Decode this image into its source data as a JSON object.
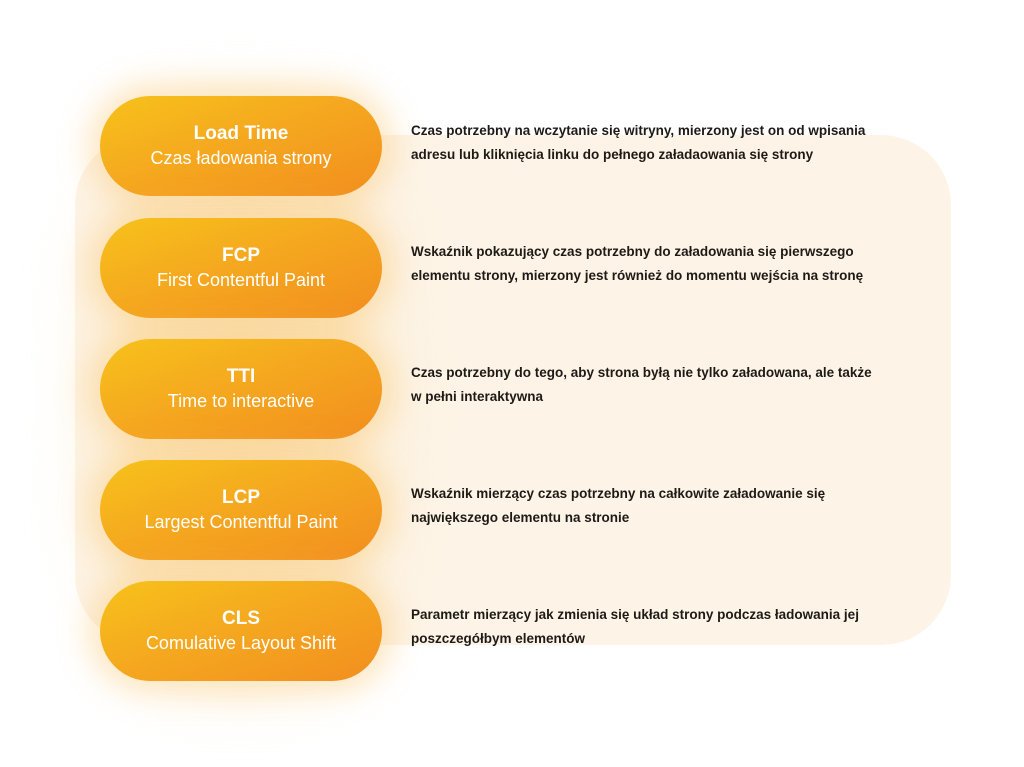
{
  "metrics": [
    {
      "abbr": "Load Time",
      "full": "Czas ładowania strony",
      "lines": [
        "Czas potrzebny na wczytanie się witryny, mierzony jest on od wpisania",
        "adresu lub kliknięcia linku do pełnego załadaowania się strony"
      ]
    },
    {
      "abbr": "FCP",
      "full": "First Contentful Paint",
      "lines": [
        "Wskaźnik pokazujący czas potrzebny do załadowania się pierwszego",
        "elementu strony, mierzony jest również do momentu wejścia na stronę"
      ]
    },
    {
      "abbr": "TTI",
      "full": "Time to interactive",
      "lines": [
        "Czas potrzebny do tego, aby strona byłą nie tylko załadowana, ale także",
        "w pełni interaktywna"
      ]
    },
    {
      "abbr": "LCP",
      "full": "Largest Contentful Paint",
      "lines": [
        "Wskaźnik mierzący czas potrzebny na całkowite załadowanie się",
        "największego elementu na stronie"
      ]
    },
    {
      "abbr": "CLS",
      "full": "Comulative Layout Shift",
      "lines": [
        "Parametr mierzący jak zmienia się układ strony podczas ładowania jej",
        "poszczegółbym elementów"
      ]
    }
  ],
  "colors": {
    "pill_start": "#f6c21a",
    "pill_end": "#f28e1f",
    "panel": "#fdf4e7",
    "text": "#1e1a16"
  }
}
